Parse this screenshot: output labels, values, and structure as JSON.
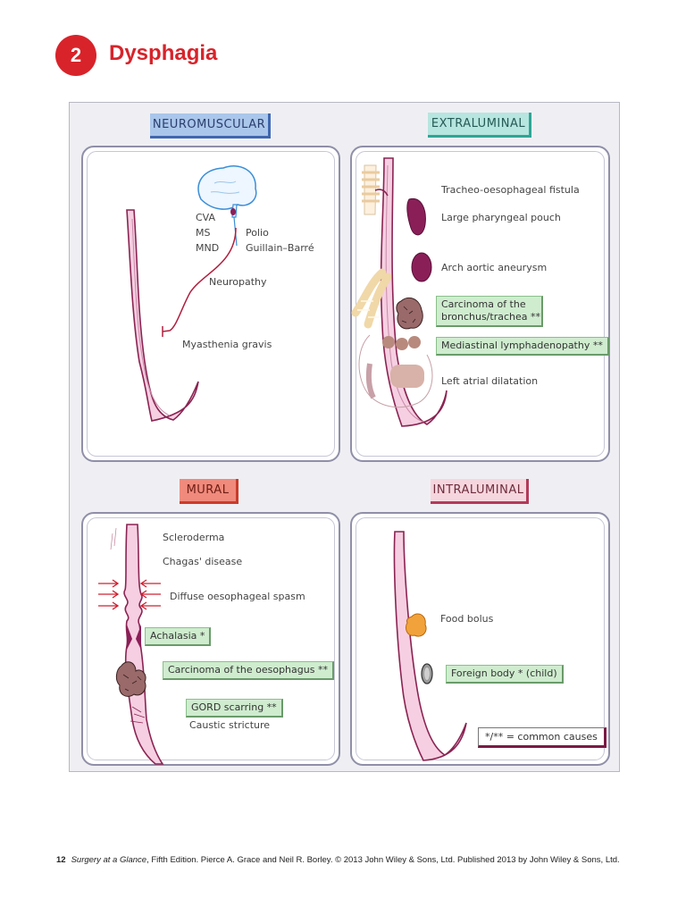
{
  "chapter": {
    "number": "2",
    "title": "Dysphagia"
  },
  "panels": {
    "neuromuscular": {
      "heading": "NEUROMUSCULAR",
      "labels": [
        "CVA",
        "MS",
        "MND",
        "Polio",
        "Guillain–Barré",
        "Neuropathy",
        "Myasthenia gravis"
      ]
    },
    "extraluminal": {
      "heading": "EXTRALUMINAL",
      "labels": [
        "Tracheo-oesophageal fistula",
        "Large pharyngeal pouch",
        "Arch aortic aneurysm",
        "Left atrial dilatation"
      ],
      "boxed": [
        "Carcinoma of the",
        "bronchus/trachea **",
        "Mediastinal lymphadenopathy **"
      ]
    },
    "mural": {
      "heading": "MURAL",
      "labels": [
        "Scleroderma",
        "Chagas' disease",
        "Diffuse oesophageal spasm",
        "Caustic stricture"
      ],
      "boxed": [
        "Achalasia *",
        "Carcinoma of the oesophagus **",
        "GORD scarring **"
      ]
    },
    "intraluminal": {
      "heading": "INTRALUMINAL",
      "labels": [
        "Food bolus"
      ],
      "boxed": [
        "Foreign body * (child)"
      ],
      "key": "*/** = common causes"
    }
  },
  "colors": {
    "accent_red": "#d8232a",
    "oesophagus": "#f6cfe2",
    "oesophagus_outline": "#8a2452",
    "label_box_green": "#cfeccf"
  },
  "footer": {
    "page": "12",
    "book": "Surgery at a Glance",
    "citation": ", Fifth Edition. Pierce A. Grace and Neil R. Borley. © 2013 John Wiley & Sons, Ltd. Published 2013 by John Wiley & Sons, Ltd."
  }
}
